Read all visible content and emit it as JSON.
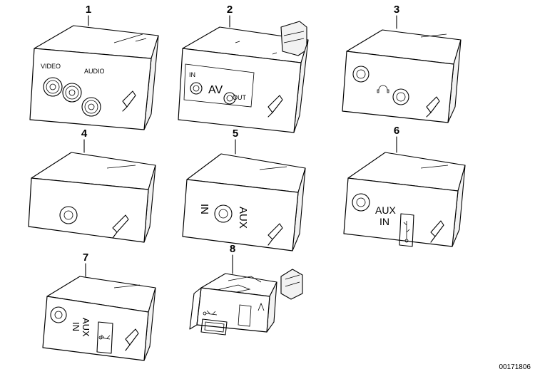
{
  "diagram_id": "00171806",
  "parts": [
    {
      "number": "1",
      "labels": [
        "VIDEO",
        "AUDIO"
      ]
    },
    {
      "number": "2",
      "labels": [
        "IN",
        "AV",
        "OUT"
      ]
    },
    {
      "number": "3",
      "labels": []
    },
    {
      "number": "4",
      "labels": []
    },
    {
      "number": "5",
      "labels": [
        "IN",
        "AUX"
      ]
    },
    {
      "number": "6",
      "labels": [
        "AUX",
        "IN"
      ]
    },
    {
      "number": "7",
      "labels": [
        "AUX",
        "IN"
      ]
    },
    {
      "number": "8",
      "labels": []
    }
  ],
  "icons": [
    "headphone-icon",
    "usb-icon"
  ]
}
